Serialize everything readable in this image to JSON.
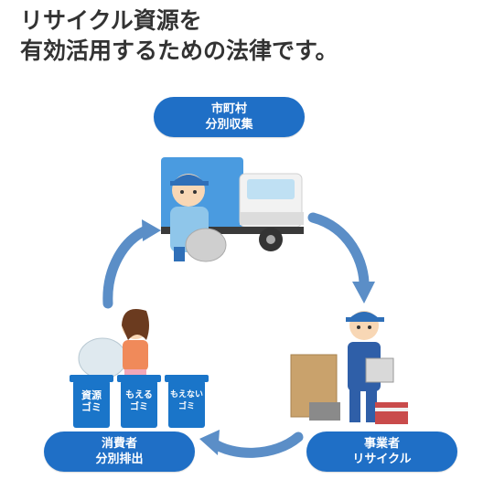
{
  "headline": {
    "line1": "リサイクル資源を",
    "line2": "有効活用するための法律です。"
  },
  "nodes": {
    "municipality": {
      "line1": "市町村",
      "line2": "分別収集"
    },
    "business": {
      "line1": "事業者",
      "line2": "リサイクル"
    },
    "consumer": {
      "line1": "消費者",
      "line2": "分別排出"
    }
  },
  "bins": [
    {
      "line1": "資源",
      "line2": "ゴミ"
    },
    {
      "line1": "もえる",
      "line2": "ゴミ"
    },
    {
      "line1": "もえない",
      "line2": "ゴミ"
    }
  ],
  "colors": {
    "pill": "#1f6fc6",
    "arrow": "#5b8ec7",
    "headline": "#333333",
    "bin": "#1a75c9",
    "truck": "#4a9be0"
  }
}
